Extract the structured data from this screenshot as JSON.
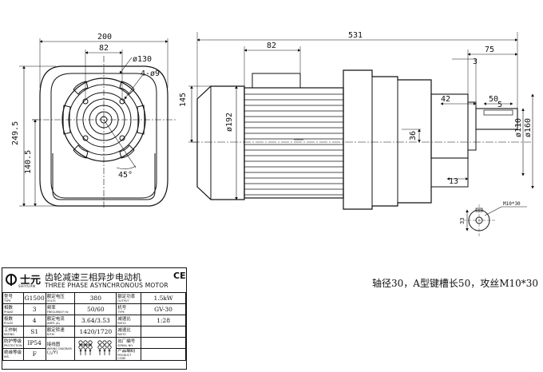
{
  "dimensions": {
    "front_width": "200",
    "front_bolt_spacing": "82",
    "front_pcd": "ø130",
    "front_holes": "4-ø9",
    "front_height": "249.5",
    "front_shaft_height": "140.5",
    "front_angle": "45°",
    "side_total_length": "531",
    "side_foot_length": "82",
    "side_motor_height": "145",
    "side_motor_dia": "ø192",
    "side_gear_depth": "36",
    "side_shaft_ext": "75",
    "side_shoulder": "3",
    "side_key_offset": "42",
    "side_key_length": "50",
    "side_key_width": "5",
    "side_flange_dia_small": "ø110",
    "side_flange_dia_large": "ø160",
    "side_bottom": "13",
    "shaft_height": "33",
    "thread_callout": "M10*30"
  },
  "note": "轴径30，A型键槽长50，攻丝M10*30",
  "nameplate": {
    "brand_cn": "士元",
    "brand_en": "SHIYUAN",
    "title_cn": "齿轮减速三相异步电动机",
    "title_en": "THREE PHASE ASYNCHRONOUS MOTOR",
    "ce_mark": "CE",
    "rows": [
      {
        "l1_cn": "型号",
        "l1_en": "TYPE",
        "v1": "G1500",
        "l2_cn": "额定电压",
        "l2_en": "VOLTS",
        "v2": "380",
        "l3_cn": "额定功率",
        "l3_en": "OUTPUT",
        "v3": "1.5kW"
      },
      {
        "l1_cn": "相数",
        "l1_en": "PHASE",
        "v1": "3",
        "l2_cn": "频率",
        "l2_en": "FREQUENCY Hz",
        "v2": "50/60",
        "l3_cn": "机号",
        "l3_en": "TYPE",
        "v3": "GV-30"
      },
      {
        "l1_cn": "极数",
        "l1_en": "POLES",
        "v1": "4",
        "l2_cn": "额定电流",
        "l2_en": "AMPS (A)",
        "v2": "3.64/3.53",
        "l3_cn": "减速比",
        "l3_en": "RATIO",
        "v3": "1:28"
      },
      {
        "l1_cn": "工作制",
        "l1_en": "RATING",
        "v1": "S1",
        "l2_cn": "额定转速",
        "l2_en": "R.P.M",
        "v2": "1420/1720",
        "l3_cn": "减速比",
        "l3_en": "RATIO",
        "v3": ""
      },
      {
        "l1_cn": "防护等级",
        "l1_en": "PROTECTION",
        "v1": "IP54",
        "l2_cn": "接线图",
        "l2_en": "WIRING DIAGRAM",
        "v2": "",
        "l3_cn": "出厂编号",
        "l3_en": "SERIAL NO.",
        "v3": ""
      },
      {
        "l1_cn": "绝缘等级",
        "l1_en": "INS.",
        "v1": "F",
        "l2_cn": "(△/Y)",
        "l2_en": "",
        "v2": "",
        "l3_cn": "产品编码",
        "l3_en": "PRODUCT CODE",
        "v3": ""
      }
    ]
  }
}
